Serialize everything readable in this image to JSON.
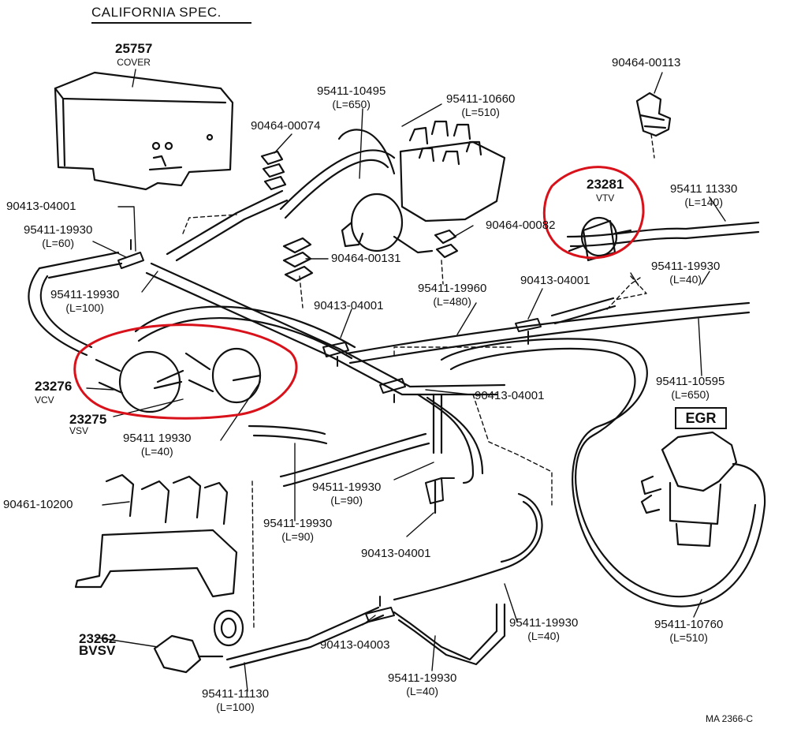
{
  "title": "CALIFORNIA SPEC.",
  "figure_ref": "MA 2366-C",
  "egr_tag": "EGR",
  "highlight_color": "#d9111a",
  "ink_color": "#111111",
  "parts": {
    "cover": {
      "num": "25757",
      "name": "COVER"
    },
    "vtv": {
      "num": "23281",
      "name": "VTV"
    },
    "vcv": {
      "num": "23276",
      "name": "VCV"
    },
    "vsv": {
      "num": "23275",
      "name": "VSV"
    },
    "bvsv": {
      "num": "23262",
      "name": "BVSV"
    },
    "bracket": {
      "num": "90461-10200"
    }
  },
  "hoses": {
    "h10495": {
      "num": "95411-10495",
      "len": "(L=650)"
    },
    "h10660": {
      "num": "95411-10660",
      "len": "(L=510)"
    },
    "h11330": {
      "num": "95411 11330",
      "len": "(L=140)"
    },
    "h19930_60": {
      "num": "95411-19930",
      "len": "(L=60)"
    },
    "h19930_100": {
      "num": "95411-19930",
      "len": "(L=100)"
    },
    "h19960": {
      "num": "95411-19960",
      "len": "(L=480)"
    },
    "h19930_r40": {
      "num": "95411-19930",
      "len": "(L=40)"
    },
    "h10595": {
      "num": "95411-10595",
      "len": "(L=650)"
    },
    "h19930_vsv40": {
      "num": "95411 19930",
      "len": "(L=40)"
    },
    "h94511": {
      "num": "94511-19930",
      "len": "(L=90)"
    },
    "h19930_90": {
      "num": "95411-19930",
      "len": "(L=90)"
    },
    "h19930_b40a": {
      "num": "95411-19930",
      "len": "(L=40)"
    },
    "h10760": {
      "num": "95411-10760",
      "len": "(L=510)"
    },
    "h19930_b40b": {
      "num": "95411-19930",
      "len": "(L=40)"
    },
    "h11130": {
      "num": "95411-11130",
      "len": "(L=100)"
    }
  },
  "fittings": {
    "f00113": "90464-00113",
    "f00074": "90464-00074",
    "f04001_left": "90413-04001",
    "f00082": "90464-00082",
    "f00131": "90464-00131",
    "f04001_mid": "90413-04001",
    "f04001_right": "90413-04001",
    "f04001_center": "90413-04001",
    "f04001_lower": "90413-04001",
    "f04003": "90413-04003"
  }
}
